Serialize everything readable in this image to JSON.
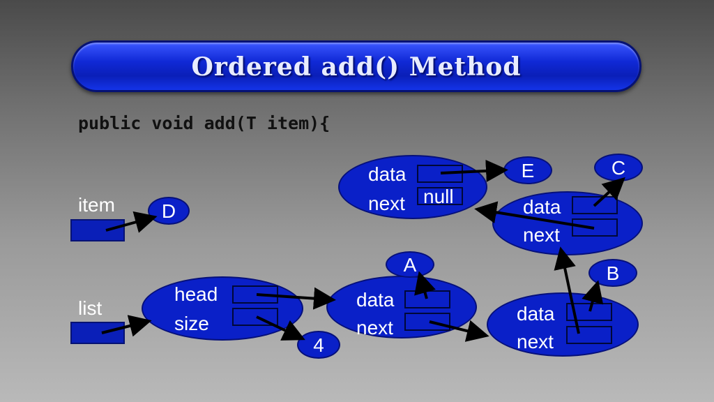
{
  "title": "Ordered add() Method",
  "code_line": "public void add(T item){",
  "labels": {
    "item": "item",
    "list": "list"
  },
  "list_node": {
    "head_label": "head",
    "size_label": "size"
  },
  "size_value": "4",
  "nodes": {
    "a": {
      "data_label": "data",
      "next_label": "next",
      "value": "A"
    },
    "b": {
      "data_label": "data",
      "next_label": "next",
      "value": "B"
    },
    "c": {
      "data_label": "data",
      "next_label": "next",
      "value": "C"
    },
    "e": {
      "data_label": "data",
      "next_label": "next",
      "value": "E",
      "next_value": "null"
    }
  },
  "new_item_value": "D",
  "colors": {
    "node_fill": "#0a20c8",
    "node_border": "#06107a",
    "title_blue": "#1029d6",
    "arrow": "#000000"
  }
}
